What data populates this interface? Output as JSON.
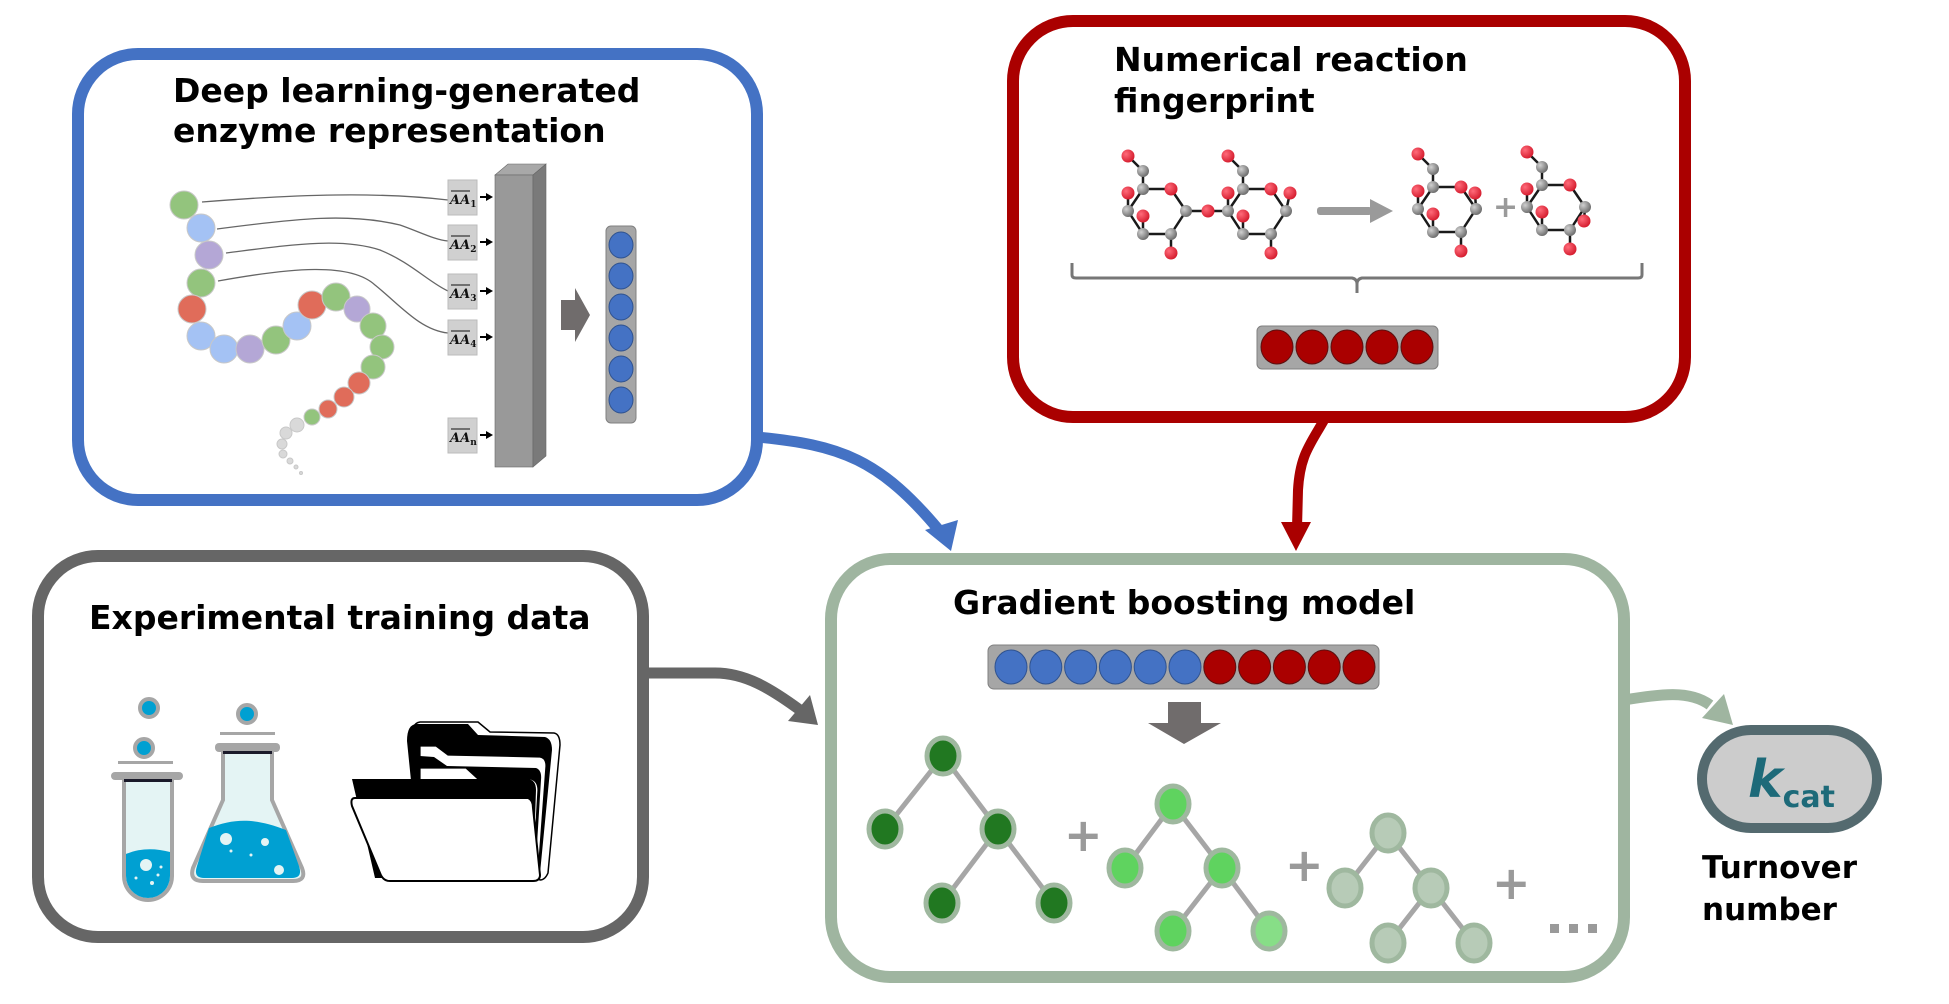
{
  "colors": {
    "enzyme_box": "#4472c4",
    "reaction_box": "#aa0000",
    "training_box": "#666666",
    "model_box": "#9fb5a0",
    "output_box": "#546a6f",
    "output_fill": "#cccccc",
    "kcat_text": "#1d6a79",
    "enzyme_node": "#4472c4",
    "reaction_node": "#aa0000",
    "vector_bg": "#a6a6a6",
    "tree1_node": "#217821",
    "tree2_node": "#5fd35f",
    "tree3_node": "#b7cbb7",
    "liquid": "#00a0d2"
  },
  "enzyme_panel": {
    "title_line1": "Deep learning-generated",
    "title_line2": "enzyme representation",
    "amino_acid_tokens": [
      {
        "base": "AA",
        "sub": "1"
      },
      {
        "base": "AA",
        "sub": "2"
      },
      {
        "base": "AA",
        "sub": "3"
      },
      {
        "base": "AA",
        "sub": "4"
      },
      {
        "base": "AA",
        "sub": "n"
      }
    ],
    "residue_colors": [
      "green",
      "blue",
      "purple",
      "green",
      "red",
      "blue",
      "blue",
      "purple",
      "green",
      "blue",
      "red",
      "green",
      "purple",
      "green",
      "green",
      "green",
      "red",
      "red",
      "red",
      "green",
      "gray",
      "gray",
      "gray",
      "gray",
      "gray",
      "gray",
      "gray"
    ],
    "output_vector_length": 6
  },
  "reaction_panel": {
    "title_line1": "Numerical reaction",
    "title_line2": "fingerprint",
    "plus_sign": "+",
    "fingerprint_length": 5
  },
  "training_panel": {
    "title": "Experimental training data",
    "icons": [
      "test-tube-icon",
      "flask-icon",
      "folder-icon"
    ]
  },
  "model_panel": {
    "title": "Gradient boosting model",
    "combined_vector": {
      "enzyme_entries": 6,
      "reaction_entries": 5
    },
    "trees": 3,
    "plus_sign": "+",
    "ellipsis": "..."
  },
  "output": {
    "symbol": "k",
    "subscript": "cat",
    "label_line1": "Turnover",
    "label_line2": "number"
  }
}
